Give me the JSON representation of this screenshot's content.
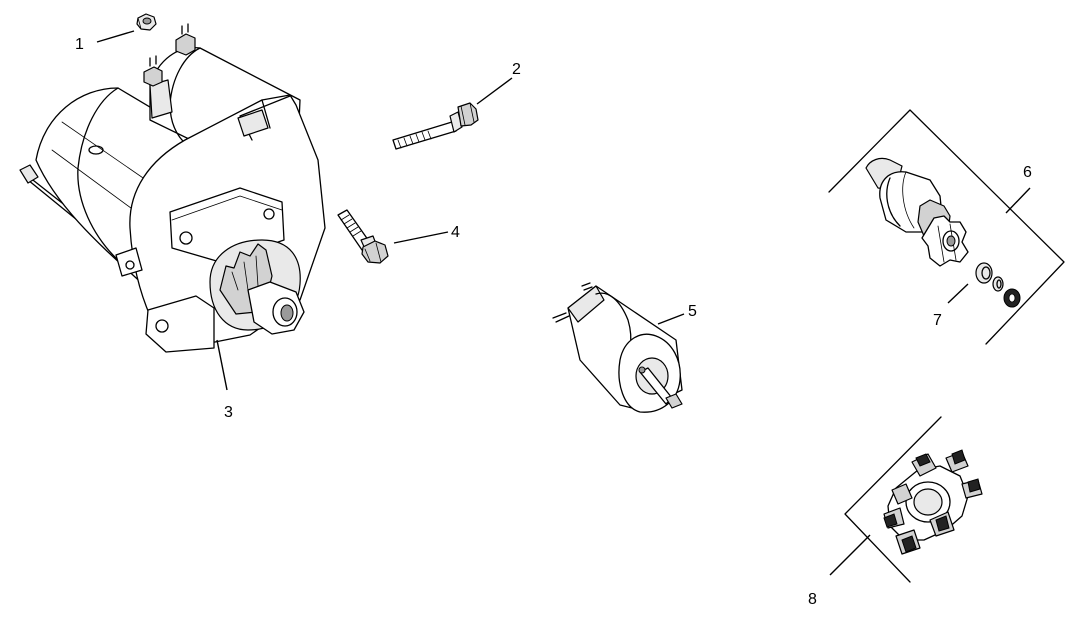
{
  "callouts": [
    {
      "id": 1,
      "label": "1"
    },
    {
      "id": 2,
      "label": "2"
    },
    {
      "id": 3,
      "label": "3"
    },
    {
      "id": 4,
      "label": "4"
    },
    {
      "id": 5,
      "label": "5"
    },
    {
      "id": 6,
      "label": "6"
    },
    {
      "id": 7,
      "label": "7"
    },
    {
      "id": 8,
      "label": "8"
    }
  ],
  "parts": [
    {
      "callout": "1",
      "icon": "nut-icon"
    },
    {
      "callout": "2",
      "icon": "long-bolt-icon"
    },
    {
      "callout": "3",
      "icon": "starter-motor-icon"
    },
    {
      "callout": "4",
      "icon": "short-bolt-icon"
    },
    {
      "callout": "5",
      "icon": "solenoid-icon"
    },
    {
      "callout": "6",
      "icon": "drive-gear-kit-icon"
    },
    {
      "callout": "7",
      "icon": "washer-set-icon"
    },
    {
      "callout": "8",
      "icon": "brush-holder-icon"
    }
  ]
}
